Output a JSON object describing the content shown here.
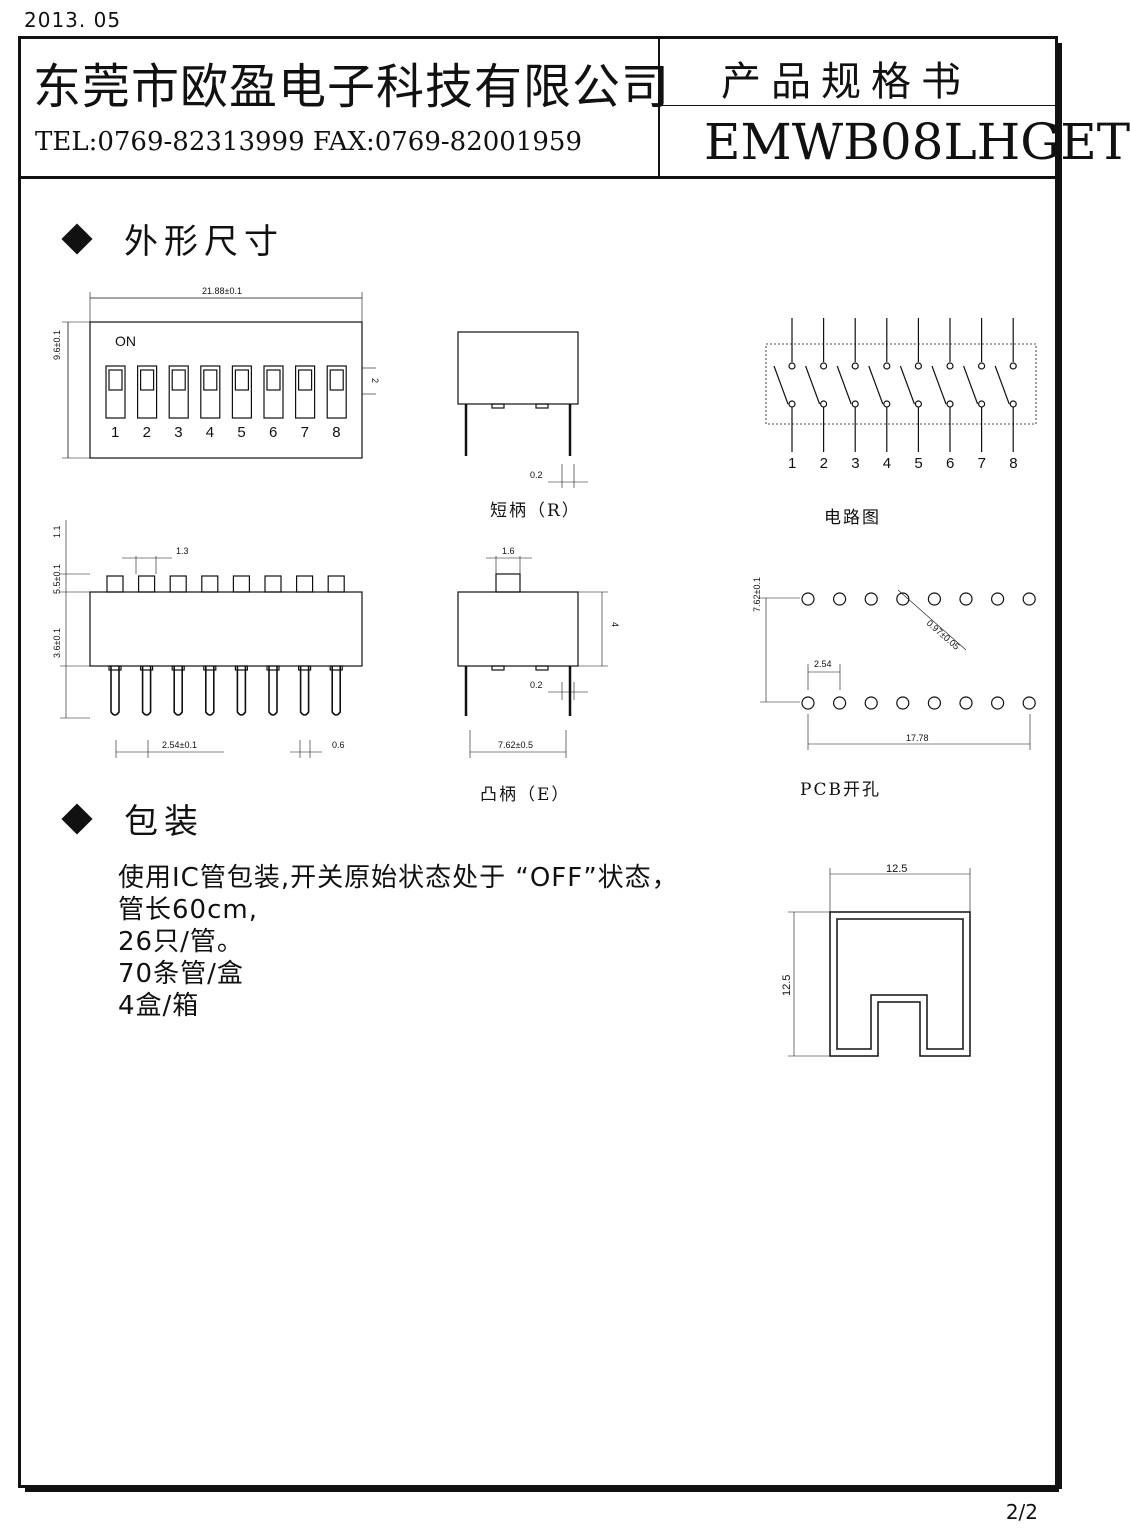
{
  "header": {
    "date": "2013. 05",
    "company": "东莞市欧盈电子科技有限公司",
    "contact": "TEL:0769-82313999 FAX:0769-82001959",
    "doc_title": "产品规格书",
    "part_number": "EMWB08LHGET",
    "page": "2/2"
  },
  "sections": {
    "dimensions": "外形尺寸",
    "packaging": "包装"
  },
  "drawings": {
    "top_view": {
      "width_dim": "21.88±0.1",
      "height_dim": "9.6±0.1",
      "on_label": "ON",
      "pitch_dim": "2",
      "switch_numbers": [
        "1",
        "2",
        "3",
        "4",
        "5",
        "6",
        "7",
        "8"
      ]
    },
    "side_r": {
      "pin_dim": "0.2",
      "caption": "短柄（R）"
    },
    "circuit": {
      "caption": "电路图",
      "numbers": [
        "1",
        "2",
        "3",
        "4",
        "5",
        "6",
        "7",
        "8"
      ]
    },
    "front_view": {
      "top_dim": "1.1",
      "actuator_dim": "5.5±0.1",
      "body_dim": "3.6±0.1",
      "actuator_width": "1.3",
      "pitch_dim": "2.54±0.1",
      "pin_width": "0.6"
    },
    "side_e": {
      "actuator_width": "1.6",
      "height_dim": "4",
      "pin_dim": "0.2",
      "row_spacing": "7.62±0.5",
      "caption": "凸柄（E）"
    },
    "pcb": {
      "row_spacing": "7.62±0.1",
      "hole_dim": "0.97±0.05",
      "pitch": "2.54",
      "length": "17.78",
      "caption": "PCB开孔"
    },
    "tube": {
      "width": "12.5",
      "height": "12.5"
    }
  },
  "packaging_text": [
    "使用IC管包装,开关原始状态处于 “OFF”状态，",
    "管长60cm,",
    "26只/管。",
    "70条管/盒",
    "4盒/箱"
  ]
}
